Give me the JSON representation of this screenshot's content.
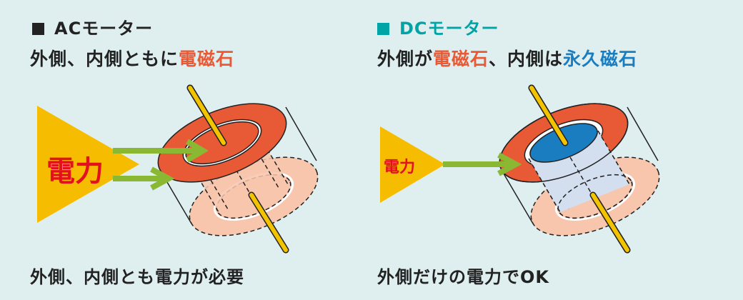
{
  "ac": {
    "title": "ACモーター",
    "subtitle_parts": [
      "外側、内側ともに",
      "電磁石"
    ],
    "power_label": "電力",
    "footer": "外側、内側とも電力が必要",
    "square_color": "#222222"
  },
  "dc": {
    "title": "DCモーター",
    "subtitle_parts": [
      "外側が",
      "電磁石",
      "、内側は",
      "永久磁石"
    ],
    "power_label": "電力",
    "footer": "外側だけの電力でOK",
    "square_color": "#00a3a6"
  },
  "colors": {
    "background": "#dfeff0",
    "electromagnet": "#e85a35",
    "coil_pink": "#f7c6ad",
    "permanent_magnet": "#1a7dc0",
    "power_triangle": "#f6bd00",
    "arrow": "#8ab833",
    "shaft": "#f3c300"
  }
}
